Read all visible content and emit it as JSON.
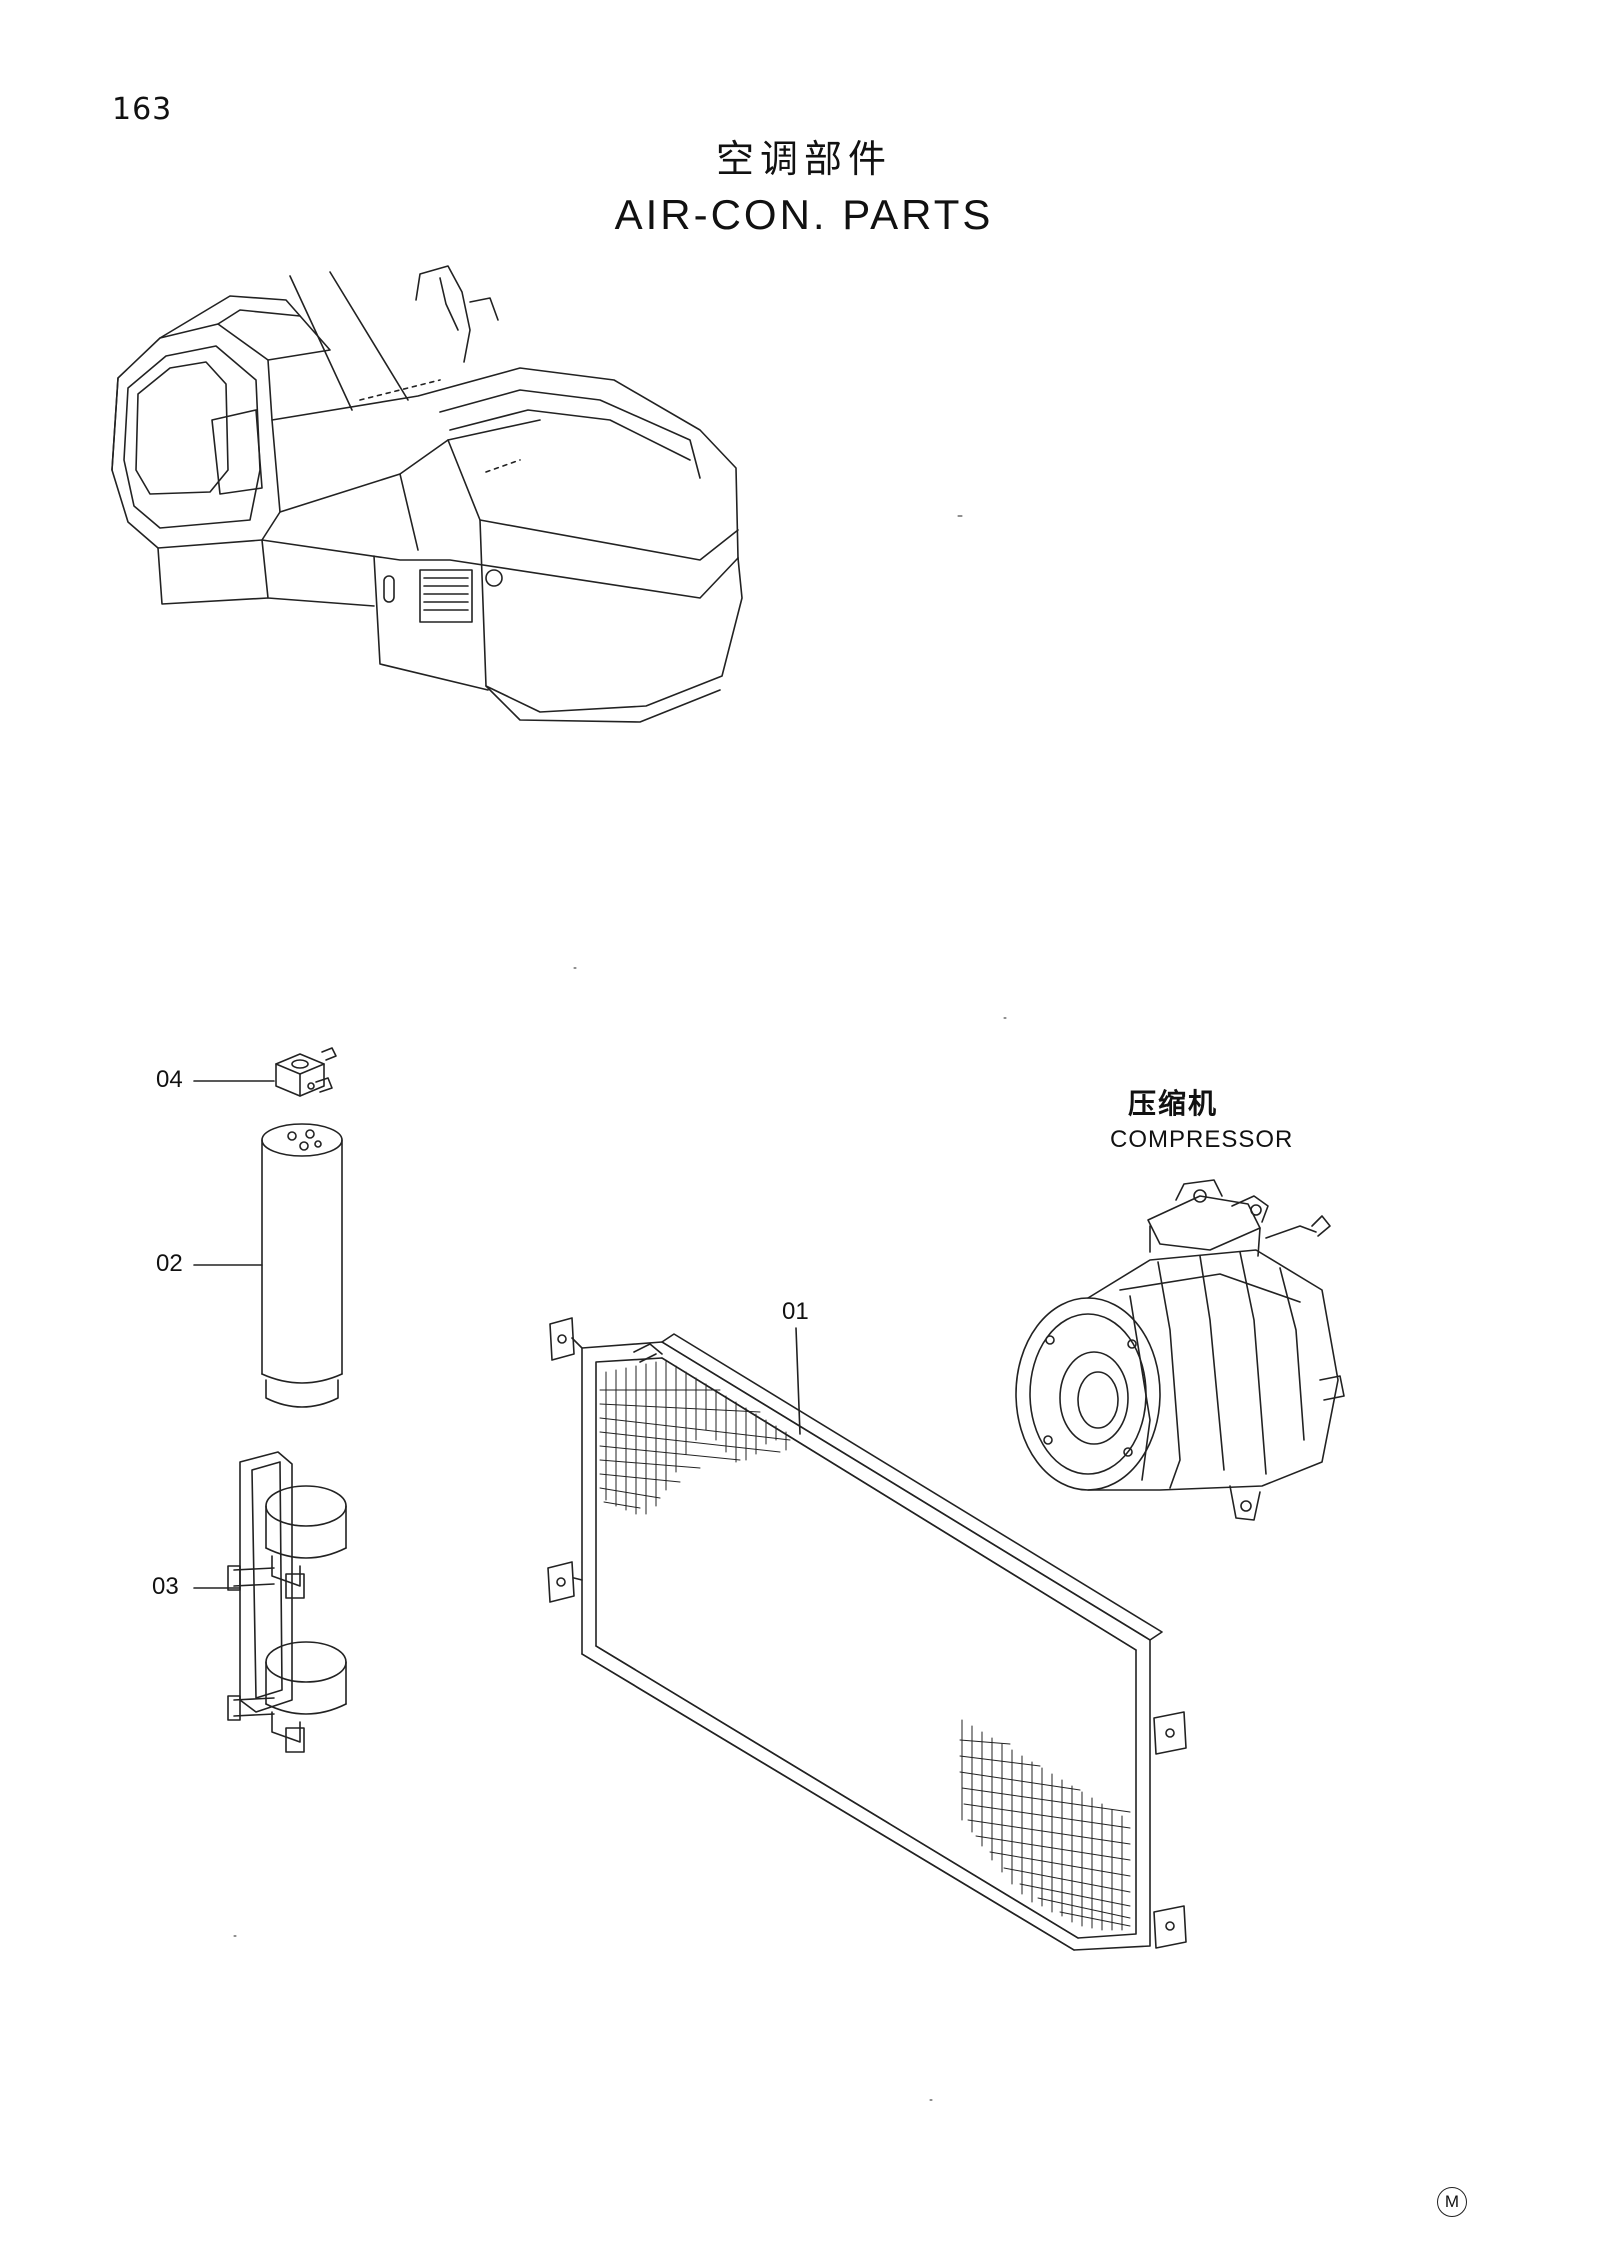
{
  "page": {
    "number": "163",
    "title_cn": "空调部件",
    "title_en": "AIR-CON. PARTS"
  },
  "callouts": {
    "condenser": "01",
    "receiver_drier": "02",
    "bracket": "03",
    "pressure_switch": "04"
  },
  "compressor": {
    "label_cn": "压缩机",
    "label_en": "COMPRESSOR"
  },
  "corner_mark": "M"
}
